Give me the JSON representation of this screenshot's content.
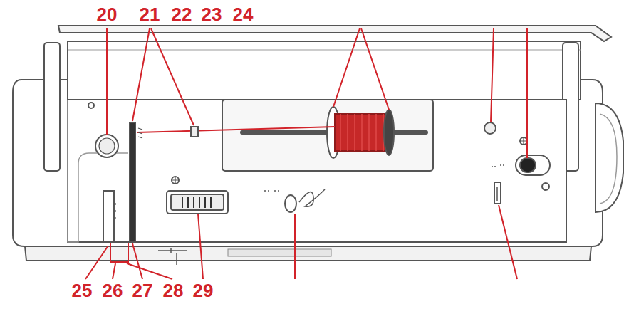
{
  "diagram": {
    "labels": [
      "20",
      "21",
      "22",
      "23",
      "24",
      "25",
      "26",
      "27",
      "28",
      "29"
    ]
  }
}
